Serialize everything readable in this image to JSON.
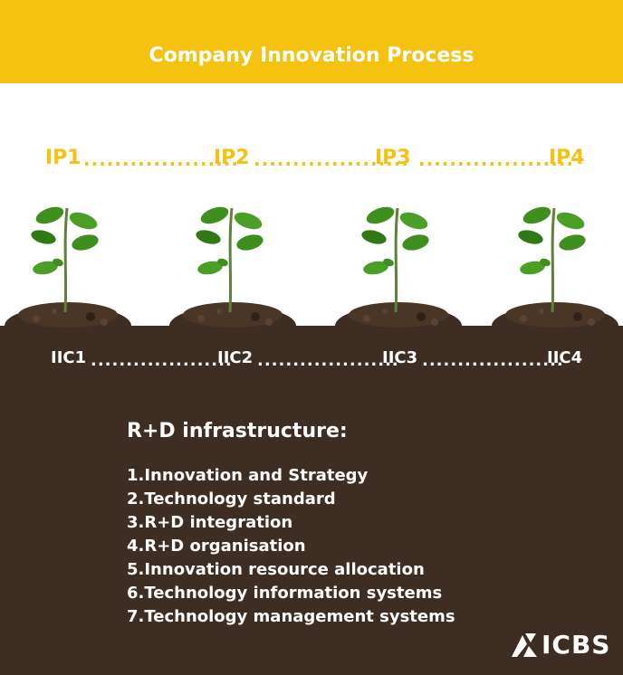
{
  "header": {
    "title": "Company Innovation Process"
  },
  "ip_labels": [
    "IP1",
    "IP2",
    "IP3",
    "IP4"
  ],
  "iic_labels": [
    "IIC1",
    "IIC2",
    "IIC3",
    "IIC4"
  ],
  "connector": "....................",
  "rd": {
    "title": "R+D infrastructure:",
    "items": [
      "1.Innovation and Strategy",
      "2.Technology standard",
      "3.R+D integration",
      "4.R+D organisation",
      "5.Innovation resource allocation",
      "6.Technology information systems",
      "7.Technology management systems"
    ]
  },
  "logo": {
    "text": "ICBS"
  },
  "colors": {
    "accent": "#f5c211",
    "soil": "#3d2d23",
    "leaf": "#3f8f1f",
    "text_light": "#ffffff"
  },
  "icons": {
    "plant": "seedling-icon",
    "logo_mark": "icbs-logo-icon"
  }
}
